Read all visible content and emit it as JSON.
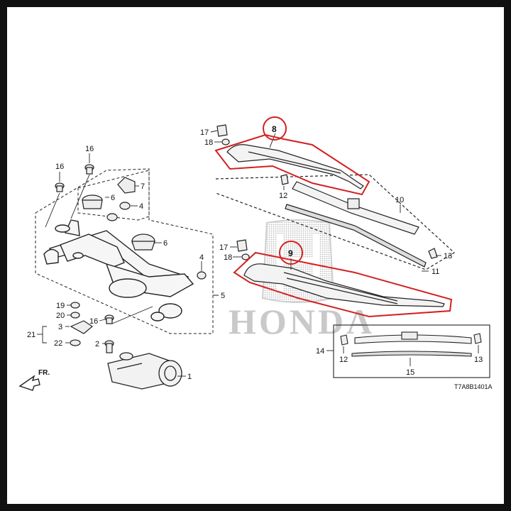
{
  "callouts": {
    "c1": "1",
    "c2": "2",
    "c3": "3",
    "c4a": "4",
    "c4b": "4",
    "c5": "5",
    "c6a": "6",
    "c6b": "6",
    "c7": "7",
    "c8": "8",
    "c9": "9",
    "c10": "10",
    "c11": "11",
    "c12a": "12",
    "c12b": "12",
    "c13a": "13",
    "c13b": "13",
    "c14": "14",
    "c15": "15",
    "c16a": "16",
    "c16b": "16",
    "c16c": "16",
    "c17a": "17",
    "c17b": "17",
    "c18a": "18",
    "c18b": "18",
    "c19": "19",
    "c20": "20",
    "c21": "21",
    "c22": "22"
  },
  "front_indicator": "FR.",
  "diagram_code": "T7A8B1401A",
  "watermark": {
    "word": "HONDA"
  },
  "colors": {
    "highlight": "#d32020",
    "line": "#222222",
    "watermark": "#c9c9c9",
    "frame": "#111111"
  }
}
